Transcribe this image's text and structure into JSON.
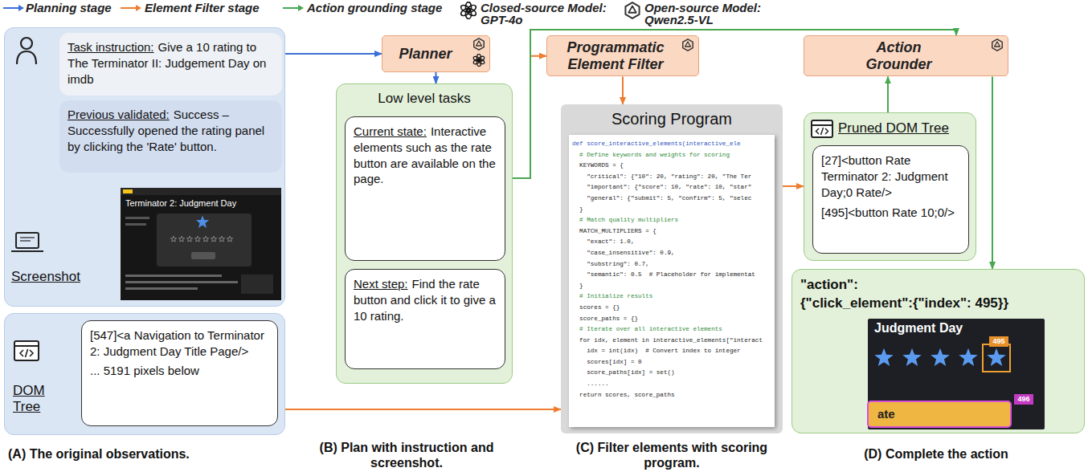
{
  "diagram": {
    "nodes": [
      {
        "text": [
          "Screenshot"
        ]
      },
      {
        "text": [
          "Task instruction:",
          "Give a 10 rating to The Terminator II: Judgement Day on imdb"
        ],
        "in": 0
      },
      {
        "text": [
          "Previous validated:",
          "Success – Successfully opened the rating panel by clicking the 'Rate' button."
        ],
        "in": 0
      },
      {
        "text": [
          "DOM Tree"
        ]
      },
      {
        "text": [
          "[547]<a Navigation to Terminator 2: Judgment Day Title Page/>",
          "... 5191 pixels below"
        ],
        "in": 3
      },
      {
        "text": [
          "Planner"
        ]
      },
      {
        "text": [
          "Low level tasks"
        ]
      },
      {
        "text": [
          "Current state:",
          "Interactive elements such as the rate button are available on the page."
        ],
        "in": 6
      },
      {
        "text": [
          "Next step:",
          "Find the rate button and click it to give a 10 rating."
        ],
        "in": 6
      },
      {
        "text": [
          "Programmatic Element Filter"
        ]
      },
      {
        "text": [
          "Scoring Program"
        ]
      },
      {
        "text": [
          "def score_interactive_elements(interactive_ele",
          "  # Define keywords and weights for scoring",
          "  KEYWORDS = {",
          "    \"critical\": {\"10\": 20, \"rating\": 20, \"The Ter",
          "    \"important\": {\"score\": 10, \"rate\": 10, \"star\"",
          "    \"general\": {\"submit\": 5, \"confirm\": 5, \"selec",
          "  }",
          "  # Match quality multipliers",
          "  MATCH_MULTIPLIERS = {",
          "    \"exact\": 1.0,",
          "    \"case_insensitive\": 0.9,",
          "    \"substring\": 0.7,",
          "    \"semantic\": 0.5  # Placeholder for implementat",
          "  }",
          "  # Initialize results",
          "  scores = {}",
          "  score_paths = {}",
          "  # Iterate over all interactive elements",
          "  for idx, element in interactive_elements[\"interact",
          "    idx = int(idx)  # Convert index to integer",
          "    scores[idx] = 0",
          "    score_paths[idx] = set()",
          "    ......",
          "  return scores, score_paths"
        ],
        "in": 10
      },
      {
        "text": [
          "Action Grounder"
        ]
      },
      {
        "text": [
          "Pruned DOM Tree"
        ]
      },
      {
        "text": [
          "[27]<button Rate Terminator 2: Judgment Day;0 Rate/>",
          "[495]<button Rate 10;0/>"
        ],
        "in": 13
      },
      {
        "text": [
          "\"action\":",
          "{\"click_element\":{\"index\": 495}}"
        ]
      }
    ],
    "edges": [
      {
        "from": 0,
        "to": 5,
        "arrow": "to"
      },
      {
        "from": 5,
        "to": 6,
        "arrow": "to"
      },
      {
        "from": 6,
        "to": 9,
        "arrow": "to"
      },
      {
        "from": 6,
        "to": 12,
        "arrow": "to"
      },
      {
        "from": 3,
        "to": 10,
        "arrow": "to"
      },
      {
        "from": 9,
        "to": 10,
        "arrow": "to"
      },
      {
        "from": 10,
        "to": 13,
        "arrow": "to"
      },
      {
        "from": 13,
        "to": 12,
        "arrow": "to"
      },
      {
        "from": 12,
        "to": 15,
        "arrow": "to"
      }
    ],
    "labels": [
      "(A) The original observations.",
      "(B) Plan with instruction and screenshot.",
      "(C) Filter elements with scoring program.",
      "(D) Complete the action",
      "Terminator 2: Judgment Day",
      "Judgment Day",
      "495",
      "ate",
      "496"
    ],
    "legend": [
      {
        "text": "Planning stage"
      },
      {
        "text": "Element Filter stage"
      },
      {
        "text": "Action grounding stage"
      },
      {
        "text": "Closed-source Model: GPT-4o"
      },
      {
        "text": "Open-source Model: Qwen2.5-VL"
      }
    ]
  }
}
